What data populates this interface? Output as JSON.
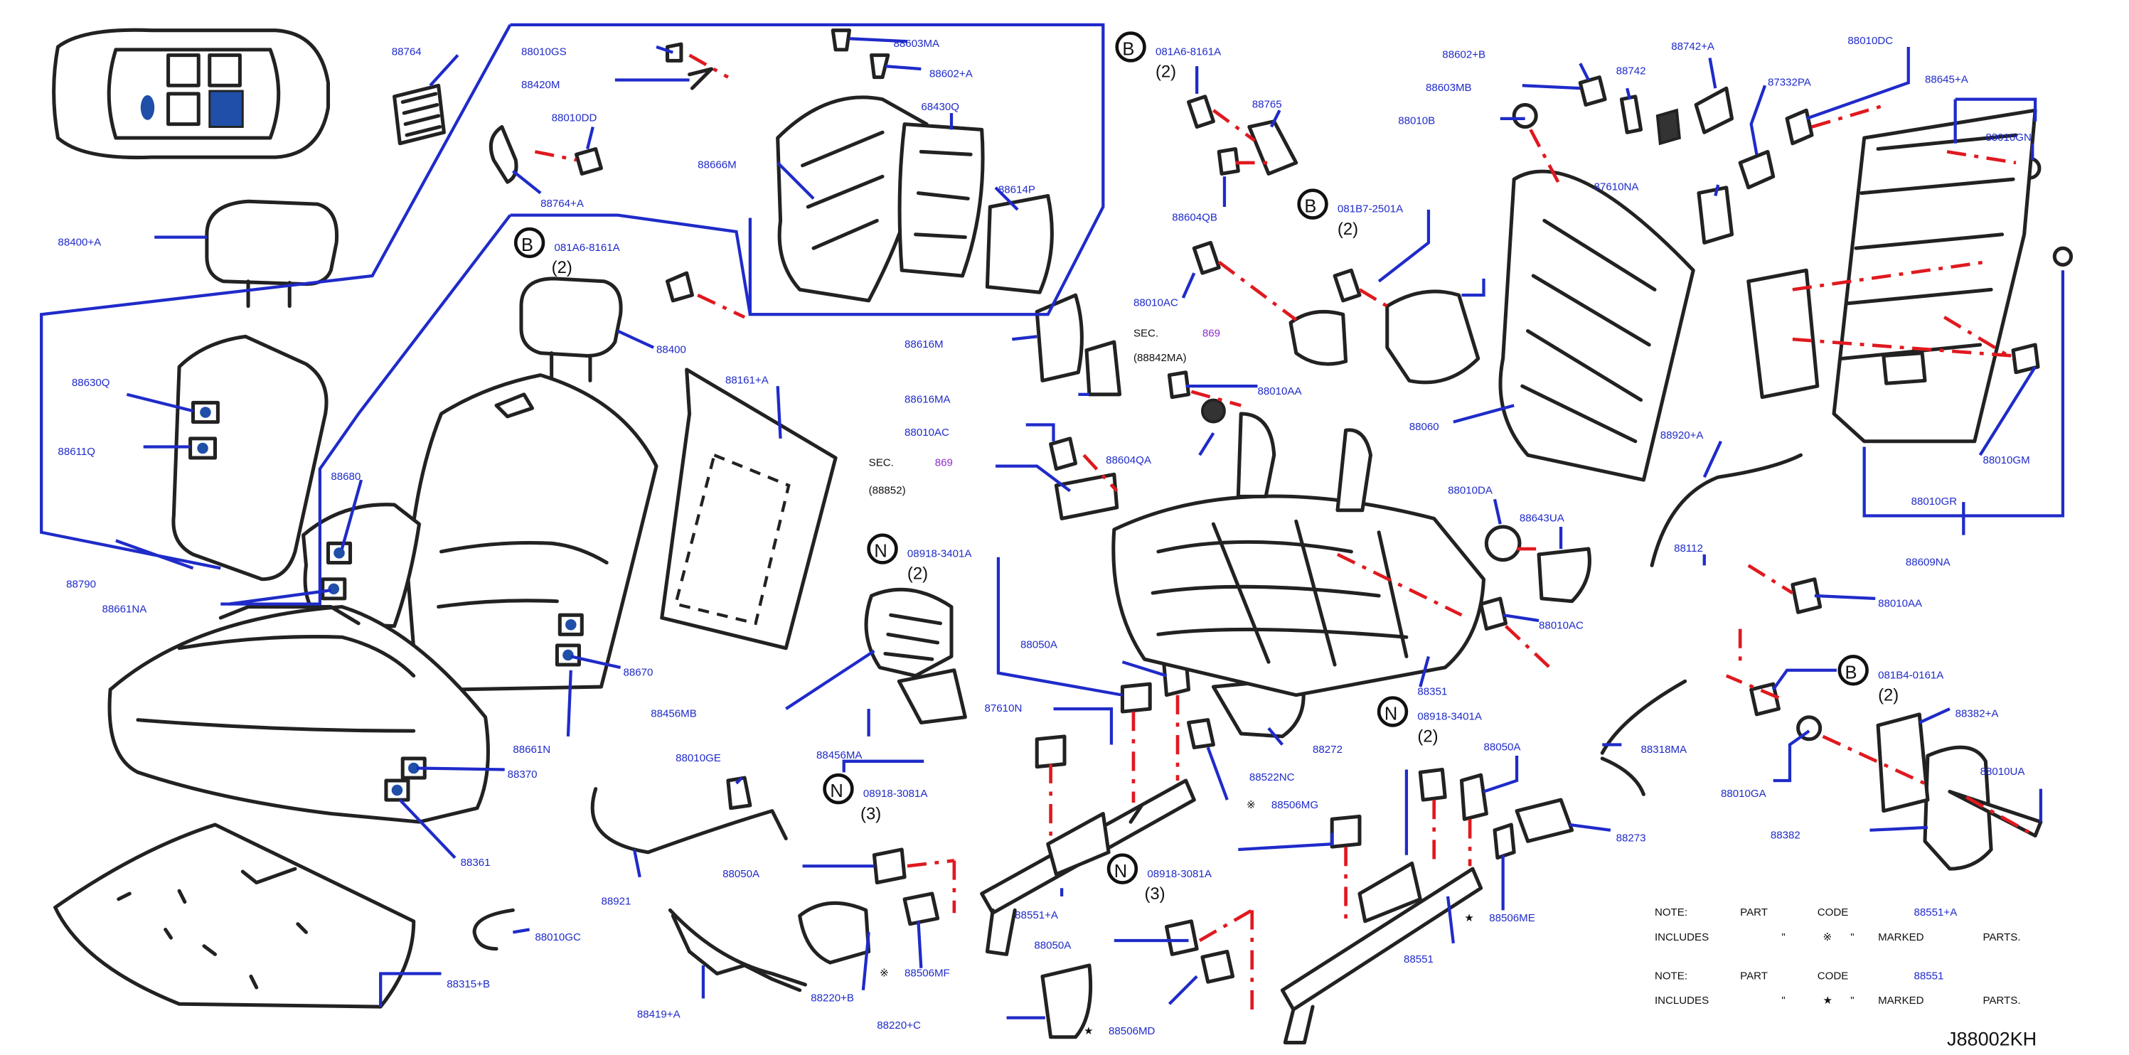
{
  "diagram_code": "J88002KH",
  "notes": [
    {
      "line1": [
        "NOTE:",
        "PART",
        "CODE"
      ],
      "code": "88551+A",
      "line2": [
        "INCLUDES",
        "\"",
        "※",
        "\"",
        "MARKED",
        "PARTS."
      ]
    },
    {
      "line1": [
        "NOTE:",
        "PART",
        "CODE"
      ],
      "code": "88551",
      "line2": [
        "INCLUDES",
        "\"",
        "★",
        "\"",
        "MARKED",
        "PARTS."
      ]
    }
  ],
  "callouts": [
    {
      "text": "88764"
    },
    {
      "text": "88010GS"
    },
    {
      "text": "88603MA"
    },
    {
      "text": "88420M"
    },
    {
      "text": "88602+A"
    },
    {
      "text": "88010DD"
    },
    {
      "text": "68430Q"
    },
    {
      "text": "88666M"
    },
    {
      "text": "88764+A"
    },
    {
      "text": "88614P"
    },
    {
      "text": "88400+A"
    },
    {
      "text": "081A6-8161A",
      "circle": "B",
      "qty": "(2)"
    },
    {
      "text": "88765"
    },
    {
      "text": "88604QB"
    },
    {
      "text": "081B7-2501A",
      "circle": "B",
      "qty": "(2)"
    },
    {
      "text": "88602+B"
    },
    {
      "text": "88603MB"
    },
    {
      "text": "88742"
    },
    {
      "text": "88742+A"
    },
    {
      "text": "88010DC"
    },
    {
      "text": "87332PA"
    },
    {
      "text": "88645+A"
    },
    {
      "text": "88010B"
    },
    {
      "text": "88010GN"
    },
    {
      "text": "87610NA"
    },
    {
      "text": "081A6-8161A",
      "circle": "B",
      "qty": "(2)"
    },
    {
      "text": "88400"
    },
    {
      "text": "88630Q"
    },
    {
      "text": "88611Q"
    },
    {
      "text": "88161+A"
    },
    {
      "text": "88616M"
    },
    {
      "text": "88010AC"
    },
    {
      "text": "SEC.",
      "sec": "869",
      "sub": "(88842MA)"
    },
    {
      "text": "88616MA"
    },
    {
      "text": "88010AA"
    },
    {
      "text": "88060"
    },
    {
      "text": "88010AC"
    },
    {
      "text": "88604QA"
    },
    {
      "text": "SEC.",
      "sec": "869",
      "sub": "(88852)"
    },
    {
      "text": "88680"
    },
    {
      "text": "88790"
    },
    {
      "text": "88661NA"
    },
    {
      "text": "08918-3401A",
      "circle": "N",
      "qty": "(2)"
    },
    {
      "text": "88010DA"
    },
    {
      "text": "88643UA"
    },
    {
      "text": "88920+A"
    },
    {
      "text": "88010GM"
    },
    {
      "text": "88010GR"
    },
    {
      "text": "88609NA"
    },
    {
      "text": "88112"
    },
    {
      "text": "88010AA"
    },
    {
      "text": "88010AC"
    },
    {
      "text": "88050A"
    },
    {
      "text": "88670"
    },
    {
      "text": "88456MB"
    },
    {
      "text": "87610N"
    },
    {
      "text": "88351"
    },
    {
      "text": "081B4-0161A",
      "circle": "B",
      "qty": "(2)"
    },
    {
      "text": "88382+A"
    },
    {
      "text": "88661N"
    },
    {
      "text": "88456MA"
    },
    {
      "text": "08918-3401A",
      "circle": "N",
      "qty": "(2)"
    },
    {
      "text": "88272"
    },
    {
      "text": "88318MA"
    },
    {
      "text": "88010GE"
    },
    {
      "text": "88370"
    },
    {
      "text": "88522NC"
    },
    {
      "text": "88050A"
    },
    {
      "text": "08918-3081A",
      "circle": "N",
      "qty": "(3)"
    },
    {
      "text": "88506MG",
      "mark": "※"
    },
    {
      "text": "88010UA"
    },
    {
      "text": "88010GA"
    },
    {
      "text": "88382"
    },
    {
      "text": "88273"
    },
    {
      "text": "88361"
    },
    {
      "text": "88050A"
    },
    {
      "text": "08918-3081A",
      "circle": "N",
      "qty": "(3)"
    },
    {
      "text": "88921"
    },
    {
      "text": "88551+A"
    },
    {
      "text": "88506ME",
      "mark": "★"
    },
    {
      "text": "88010GC"
    },
    {
      "text": "88506MF",
      "mark": "※"
    },
    {
      "text": "88050A"
    },
    {
      "text": "88551"
    },
    {
      "text": "88315+B"
    },
    {
      "text": "88419+A"
    },
    {
      "text": "88220+B"
    },
    {
      "text": "88220+C"
    },
    {
      "text": "88506MD",
      "mark": "★"
    }
  ]
}
